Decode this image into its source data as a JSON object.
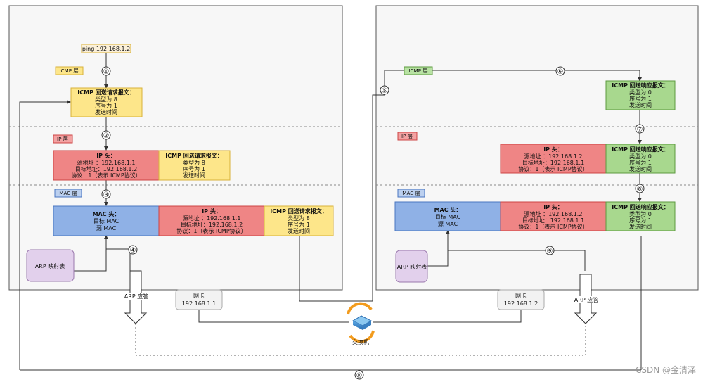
{
  "ping_command": "ping 192.168.1.2",
  "layers": {
    "icmp": "ICMP 层",
    "ip": "IP 层",
    "mac": "MAC 层"
  },
  "steps": [
    "①",
    "②",
    "③",
    "④",
    "⑤",
    "⑥",
    "⑦",
    "⑧",
    "⑨",
    "⑩"
  ],
  "icmp_request": {
    "title": "ICMP 回送请求报文：",
    "type": "类型为 8",
    "seq": "序号为 1",
    "time": "发送时间"
  },
  "icmp_reply": {
    "title": "ICMP 回送响应报文：",
    "type": "类型为 0",
    "seq": "序号为 1",
    "time": "发送时间"
  },
  "ip_head_left": {
    "title": "IP 头：",
    "src": "源地址 ：192.168.1.1",
    "dst": "目标地址：192.168.1.2",
    "proto": "协议：1（表示 ICMP协议）"
  },
  "ip_head_right": {
    "title": "IP 头：",
    "src": "源地址 ：192.168.1.2",
    "dst": "目标地址：192.168.1.1",
    "proto": "协议：1（表示 ICMP协议）"
  },
  "mac_head": {
    "title": "MAC 头：",
    "dst": "目标 MAC",
    "src": "源 MAC"
  },
  "arp_table": "ARP 映射表",
  "arp_reply": "ARP 应答",
  "nic_left": {
    "label": "网卡",
    "ip": "192.168.1.1"
  },
  "nic_right": {
    "label": "网卡",
    "ip": "192.168.1.2"
  },
  "switch_label": "交换机",
  "watermark": "CSDN @金清泽",
  "colors": {
    "icmp": "#fde68a",
    "ip": "#ef8585",
    "mac": "#8fb1e6",
    "reply": "#a8d88e",
    "arp": "#e2d0ec"
  }
}
